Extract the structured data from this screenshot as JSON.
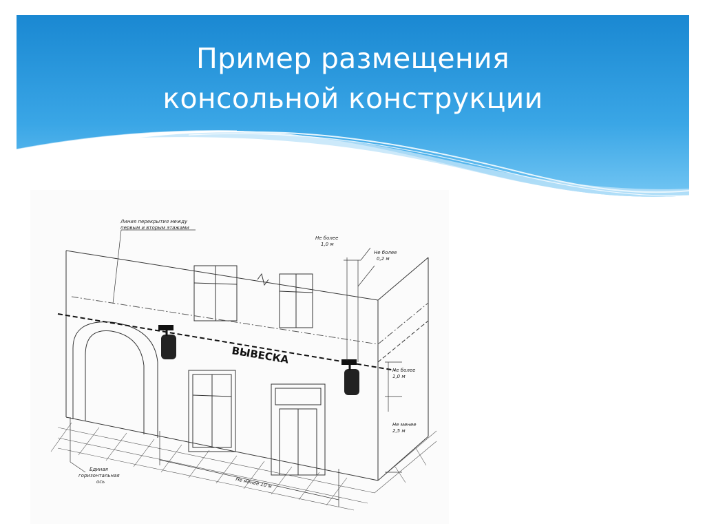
{
  "slide": {
    "title_line1": "Пример размещения",
    "title_line2": "консольной конструкции"
  },
  "colors": {
    "header_top": "#1a8ad4",
    "header_bottom": "#6cc3f2",
    "wave_light": "#d6eefb"
  },
  "diagram": {
    "label_floor_line_1": "Линия перекрытия между",
    "label_floor_line_2": "первым и вторым этажами",
    "label_top_max_1": "Не более",
    "label_top_max_2": "1,0 м",
    "label_offset_max_1": "Не более",
    "label_offset_max_2": "0,2 м",
    "label_height_max_1": "Не более",
    "label_height_max_2": "1,0 м",
    "label_clearance_min_1": "Не менее",
    "label_clearance_min_2": "2,5 м",
    "label_axis_1": "Единая",
    "label_axis_2": "горизонтальная",
    "label_axis_3": "ось",
    "label_spacing": "Не менее 10 м",
    "sign_text": "ВЫВЕСКА"
  }
}
